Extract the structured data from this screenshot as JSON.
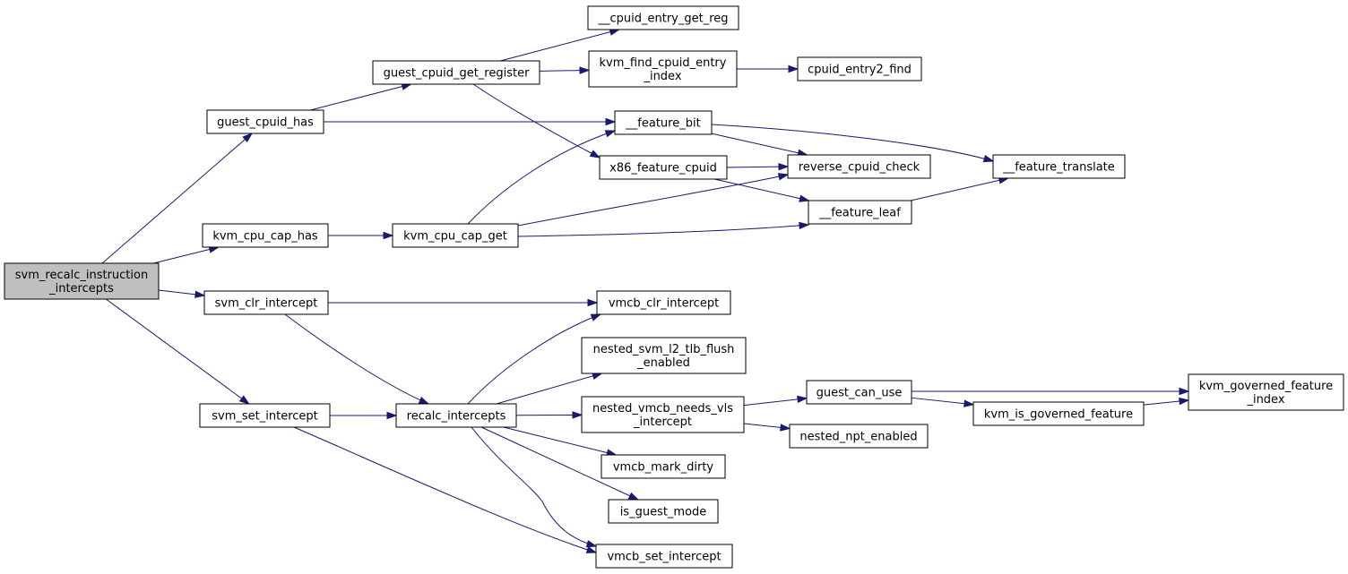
{
  "diagram": {
    "line_color": "#191970",
    "root_fill": "#bfbfbf",
    "nodes": [
      {
        "id": "svm_recalc",
        "lines": [
          "svm_recalc_instruction",
          "_intercepts"
        ],
        "root": true
      },
      {
        "id": "guest_cpuid_has",
        "lines": [
          "guest_cpuid_has"
        ]
      },
      {
        "id": "kvm_cpu_cap_has",
        "lines": [
          "kvm_cpu_cap_has"
        ]
      },
      {
        "id": "svm_clr_intercept",
        "lines": [
          "svm_clr_intercept"
        ]
      },
      {
        "id": "svm_set_intercept",
        "lines": [
          "svm_set_intercept"
        ]
      },
      {
        "id": "guest_cpuid_get_register",
        "lines": [
          "guest_cpuid_get_register"
        ]
      },
      {
        "id": "kvm_cpu_cap_get",
        "lines": [
          "kvm_cpu_cap_get"
        ]
      },
      {
        "id": "recalc_intercepts",
        "lines": [
          "recalc_intercepts"
        ]
      },
      {
        "id": "cpuid_entry_get_reg",
        "lines": [
          "__cpuid_entry_get_reg"
        ]
      },
      {
        "id": "kvm_find_cpuid_entry_index",
        "lines": [
          "kvm_find_cpuid_entry",
          "_index"
        ]
      },
      {
        "id": "feature_bit",
        "lines": [
          "__feature_bit"
        ]
      },
      {
        "id": "x86_feature_cpuid",
        "lines": [
          "x86_feature_cpuid"
        ]
      },
      {
        "id": "vmcb_clr_intercept",
        "lines": [
          "vmcb_clr_intercept"
        ]
      },
      {
        "id": "nested_svm_l2_tlb_flush",
        "lines": [
          "nested_svm_l2_tlb_flush",
          "_enabled"
        ]
      },
      {
        "id": "nested_vmcb_needs_vls",
        "lines": [
          "nested_vmcb_needs_vls",
          "_intercept"
        ]
      },
      {
        "id": "vmcb_mark_dirty",
        "lines": [
          "vmcb_mark_dirty"
        ]
      },
      {
        "id": "is_guest_mode",
        "lines": [
          "is_guest_mode"
        ]
      },
      {
        "id": "vmcb_set_intercept",
        "lines": [
          "vmcb_set_intercept"
        ]
      },
      {
        "id": "cpuid_entry2_find",
        "lines": [
          "cpuid_entry2_find"
        ]
      },
      {
        "id": "reverse_cpuid_check",
        "lines": [
          "reverse_cpuid_check"
        ]
      },
      {
        "id": "feature_leaf",
        "lines": [
          "__feature_leaf"
        ]
      },
      {
        "id": "feature_translate",
        "lines": [
          "__feature_translate"
        ]
      },
      {
        "id": "guest_can_use",
        "lines": [
          "guest_can_use"
        ]
      },
      {
        "id": "nested_npt_enabled",
        "lines": [
          "nested_npt_enabled"
        ]
      },
      {
        "id": "kvm_is_governed_feature",
        "lines": [
          "kvm_is_governed_feature"
        ]
      },
      {
        "id": "kvm_governed_feature_index",
        "lines": [
          "kvm_governed_feature",
          "_index"
        ]
      }
    ],
    "edges": [
      {
        "from": "svm_recalc",
        "to": "guest_cpuid_has"
      },
      {
        "from": "svm_recalc",
        "to": "kvm_cpu_cap_has"
      },
      {
        "from": "svm_recalc",
        "to": "svm_clr_intercept"
      },
      {
        "from": "svm_recalc",
        "to": "svm_set_intercept"
      },
      {
        "from": "guest_cpuid_has",
        "to": "guest_cpuid_get_register"
      },
      {
        "from": "guest_cpuid_has",
        "to": "feature_bit"
      },
      {
        "from": "guest_cpuid_get_register",
        "to": "cpuid_entry_get_reg"
      },
      {
        "from": "guest_cpuid_get_register",
        "to": "kvm_find_cpuid_entry_index"
      },
      {
        "from": "guest_cpuid_get_register",
        "to": "x86_feature_cpuid"
      },
      {
        "from": "kvm_find_cpuid_entry_index",
        "to": "cpuid_entry2_find"
      },
      {
        "from": "feature_bit",
        "to": "reverse_cpuid_check"
      },
      {
        "from": "feature_bit",
        "to": "feature_translate"
      },
      {
        "from": "x86_feature_cpuid",
        "to": "reverse_cpuid_check"
      },
      {
        "from": "x86_feature_cpuid",
        "to": "feature_leaf"
      },
      {
        "from": "feature_leaf",
        "to": "feature_translate"
      },
      {
        "from": "kvm_cpu_cap_has",
        "to": "kvm_cpu_cap_get"
      },
      {
        "from": "kvm_cpu_cap_get",
        "to": "feature_bit"
      },
      {
        "from": "kvm_cpu_cap_get",
        "to": "reverse_cpuid_check"
      },
      {
        "from": "kvm_cpu_cap_get",
        "to": "feature_leaf"
      },
      {
        "from": "svm_clr_intercept",
        "to": "vmcb_clr_intercept"
      },
      {
        "from": "svm_clr_intercept",
        "to": "recalc_intercepts"
      },
      {
        "from": "svm_set_intercept",
        "to": "recalc_intercepts"
      },
      {
        "from": "svm_set_intercept",
        "to": "vmcb_set_intercept"
      },
      {
        "from": "recalc_intercepts",
        "to": "vmcb_clr_intercept"
      },
      {
        "from": "recalc_intercepts",
        "to": "nested_svm_l2_tlb_flush"
      },
      {
        "from": "recalc_intercepts",
        "to": "nested_vmcb_needs_vls"
      },
      {
        "from": "recalc_intercepts",
        "to": "vmcb_mark_dirty"
      },
      {
        "from": "recalc_intercepts",
        "to": "is_guest_mode"
      },
      {
        "from": "recalc_intercepts",
        "to": "vmcb_set_intercept"
      },
      {
        "from": "nested_vmcb_needs_vls",
        "to": "guest_can_use"
      },
      {
        "from": "nested_vmcb_needs_vls",
        "to": "nested_npt_enabled"
      },
      {
        "from": "guest_can_use",
        "to": "kvm_is_governed_feature"
      },
      {
        "from": "guest_can_use",
        "to": "kvm_governed_feature_index"
      },
      {
        "from": "kvm_is_governed_feature",
        "to": "kvm_governed_feature_index"
      }
    ]
  }
}
